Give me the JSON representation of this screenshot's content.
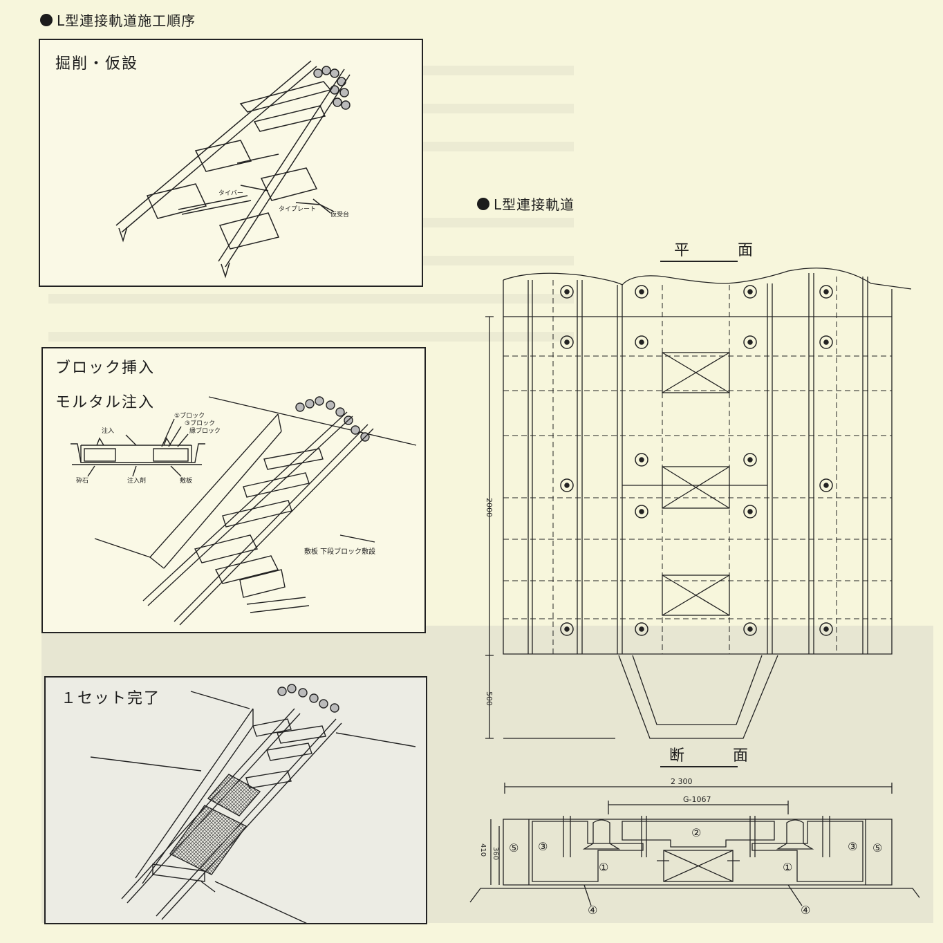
{
  "left": {
    "heading": "L型連接軌道施工順序",
    "panel1": {
      "title": "掘削・仮設",
      "labels": {
        "tie_bar": "タイバー",
        "tie_plate": "タイプレート",
        "temp_support": "仮受台"
      }
    },
    "panel2": {
      "title1": "ブロック挿入",
      "title2": "モルタル注入",
      "labels": {
        "inject": "注入",
        "block1": "①ブロック",
        "block3": "③ブロック",
        "edge_block": "縁ブロック",
        "gravel": "砕石",
        "injector": "注入剤",
        "base_plate": "敷板",
        "caption": "敷板 下段ブロック敷設"
      }
    },
    "panel3": {
      "title": "１セット完了"
    }
  },
  "right": {
    "heading": "L型連接軌道",
    "plan": {
      "title": "平　面",
      "dim_2000": "2000",
      "dim_500": "500"
    },
    "section": {
      "title": "断　面",
      "dim_2300": "2 300",
      "gauge": "G-1067",
      "dim_410": "410",
      "dim_360": "360",
      "n1": "①",
      "n2": "②",
      "n3": "③",
      "n4": "④",
      "n5": "⑤"
    }
  },
  "colors": {
    "ink": "#1c1c1c",
    "paper": "#f7f6dc",
    "gray_band": "#d9d9d1"
  }
}
